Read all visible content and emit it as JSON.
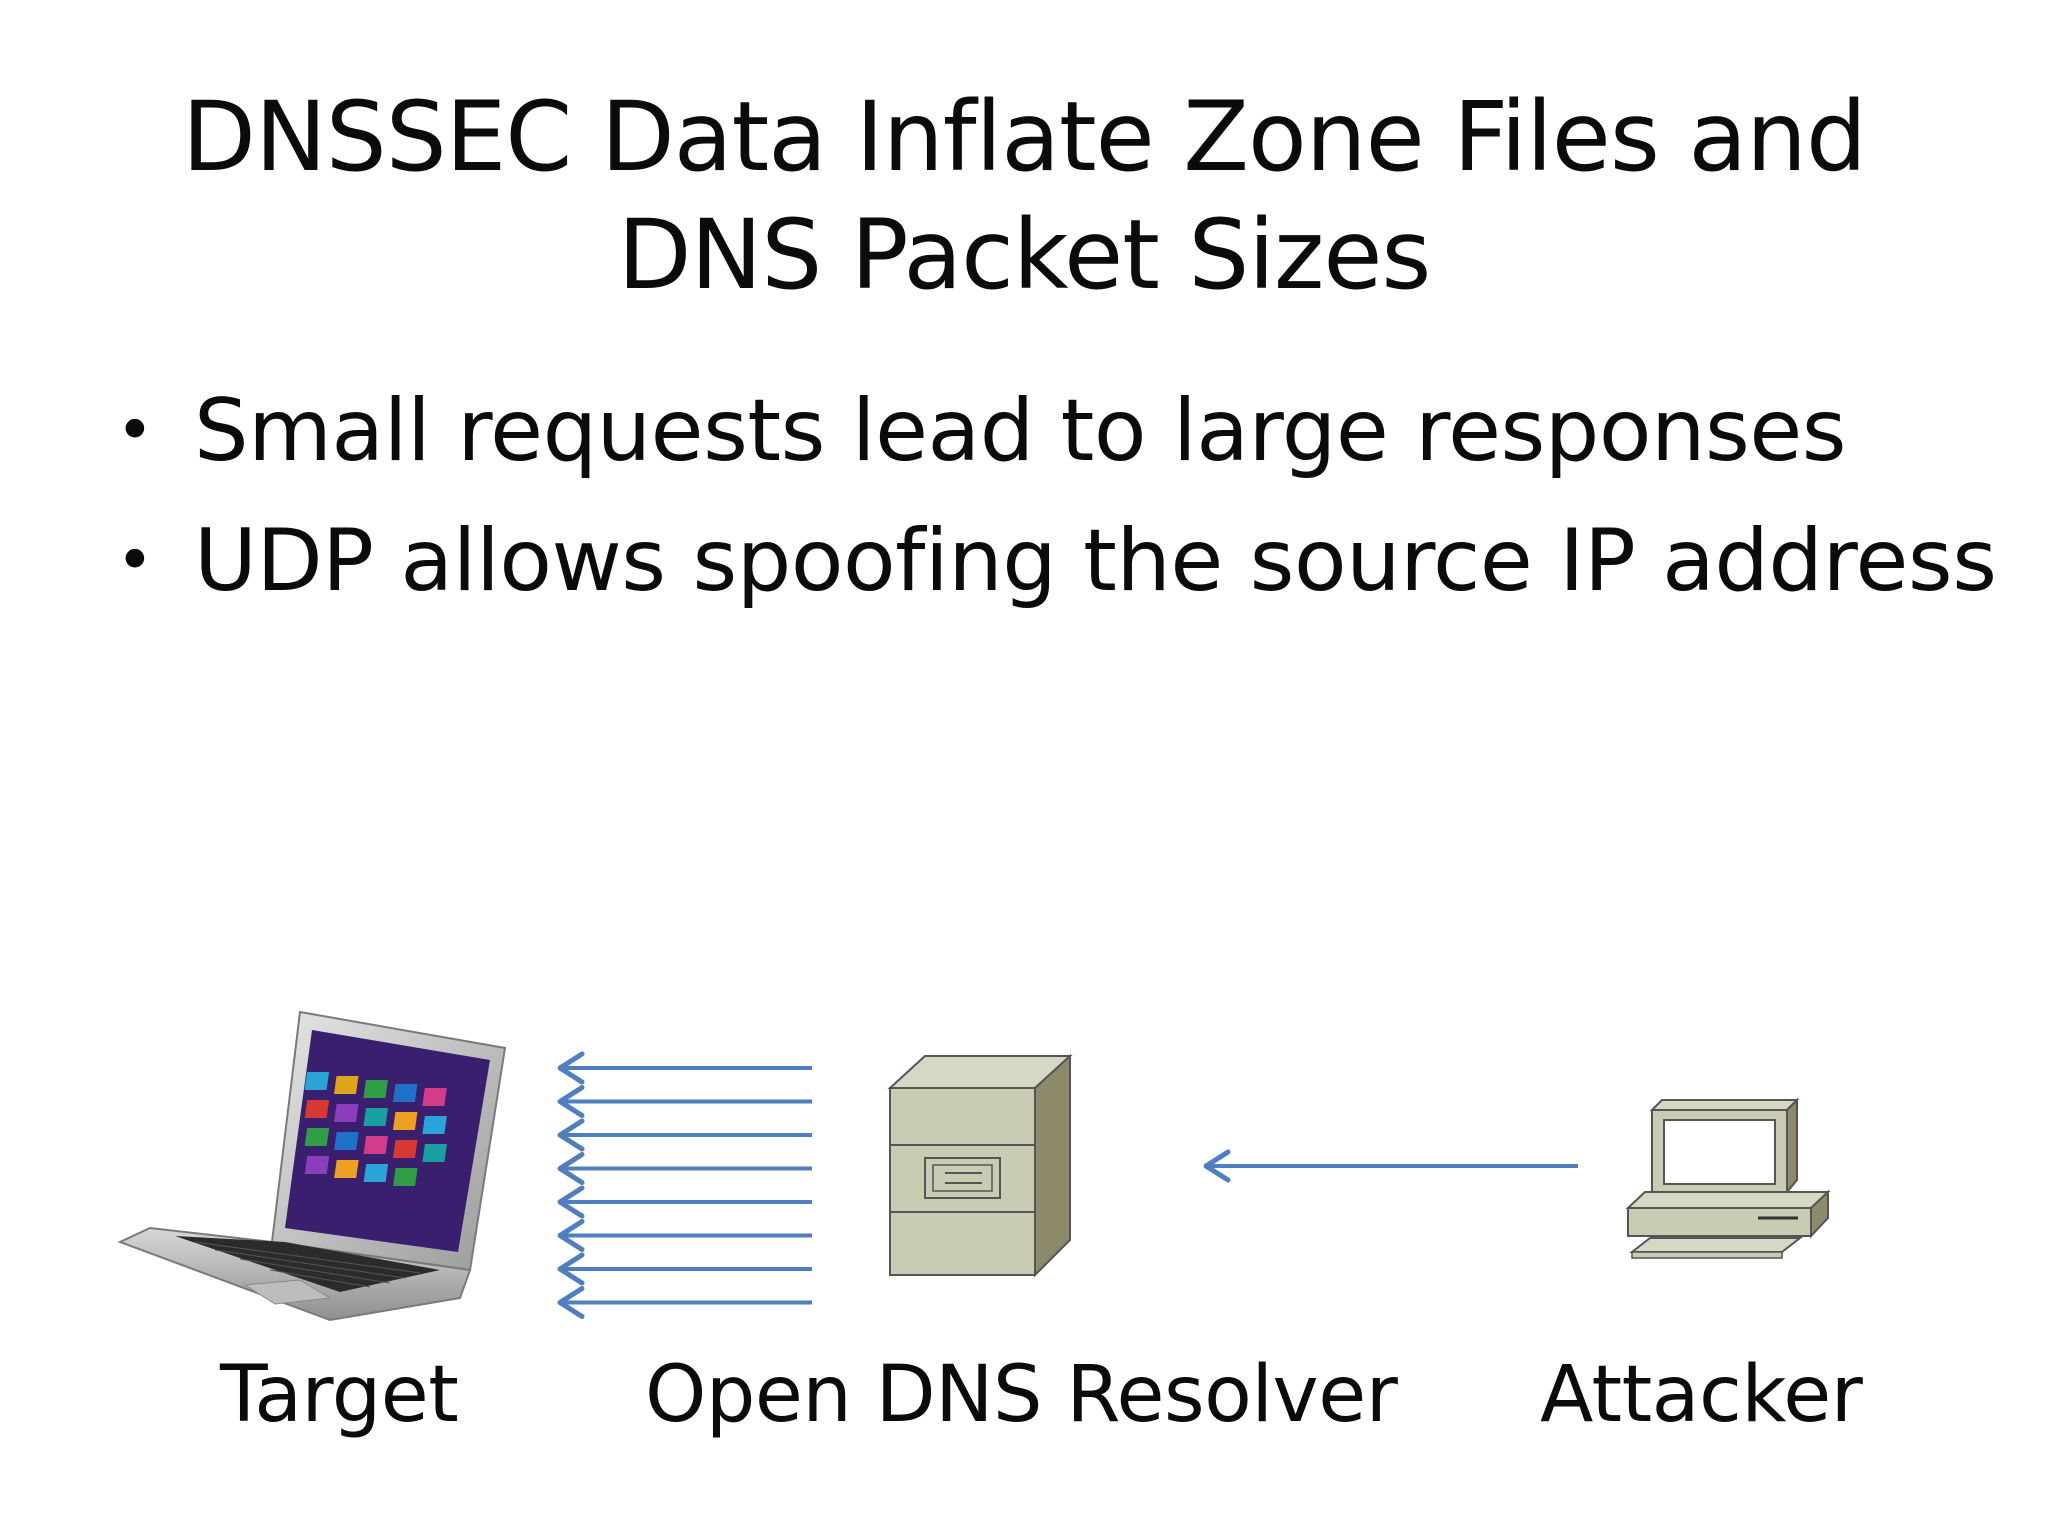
{
  "slide": {
    "title": "DNSSEC Data Inflate Zone Files and DNS Packet Sizes",
    "bullets": [
      "Small requests lead to large responses",
      "UDP allows spoofing the source IP address"
    ]
  },
  "diagram": {
    "nodes": [
      {
        "id": "target",
        "label": "Target",
        "icon": "laptop-icon"
      },
      {
        "id": "resolver",
        "label": "Open DNS Resolver",
        "icon": "server-icon"
      },
      {
        "id": "attacker",
        "label": "Attacker",
        "icon": "desktop-computer-icon"
      }
    ],
    "edges": [
      {
        "from": "attacker",
        "to": "resolver",
        "count": 1
      },
      {
        "from": "resolver",
        "to": "target",
        "count": 8
      }
    ],
    "colors": {
      "arrow": "#4f7fbf",
      "server_front": "#c9cbb3",
      "server_side": "#8c8a6a",
      "text": "#0b0b0b"
    }
  }
}
